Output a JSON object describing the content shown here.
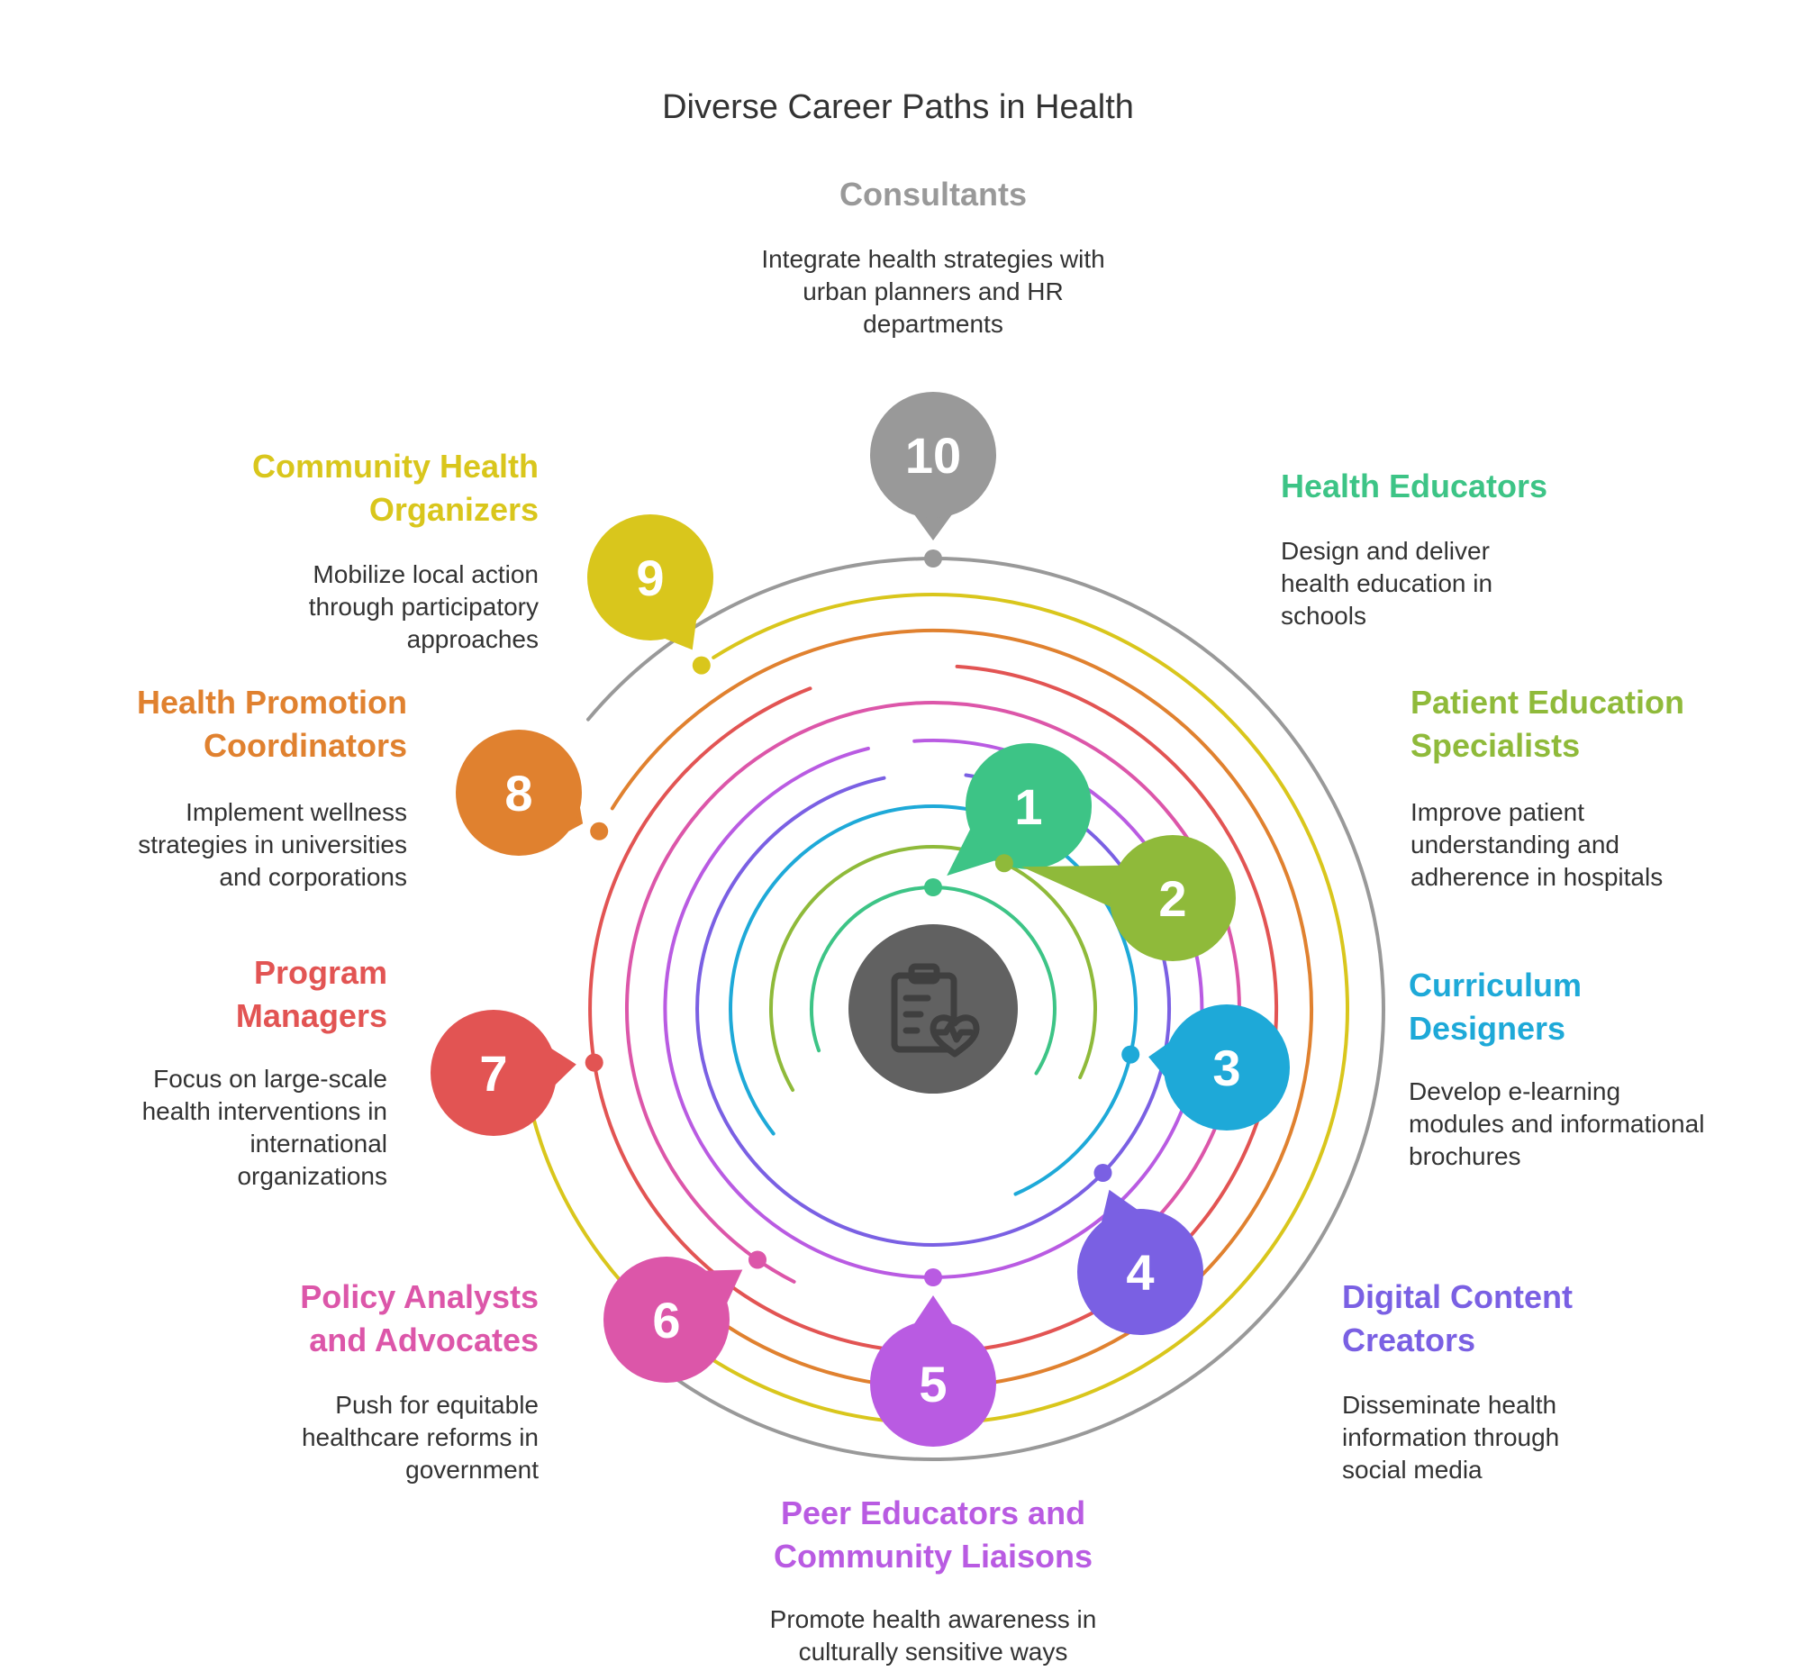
{
  "title": "Diverse Career Paths in Health",
  "center_icon": "clipboard-heart-icon",
  "items": [
    {
      "number": "1",
      "heading": "Health Educators",
      "description": "Design and deliver health education in schools",
      "color": "#3DC486"
    },
    {
      "number": "2",
      "heading": "Patient Education Specialists",
      "description": "Improve patient understanding and adherence in hospitals",
      "color": "#8FBA3A"
    },
    {
      "number": "3",
      "heading": "Curriculum Designers",
      "description": "Develop e-learning modules and informational brochures",
      "color": "#1EA9D8"
    },
    {
      "number": "4",
      "heading": "Digital Content Creators",
      "description": "Disseminate health information through social media",
      "color": "#7A60E3"
    },
    {
      "number": "5",
      "heading": "Peer Educators and Community Liaisons",
      "description": "Promote health awareness in culturally sensitive ways",
      "color": "#B95BE2"
    },
    {
      "number": "6",
      "heading": "Policy Analysts and Advocates",
      "description": "Push for equitable healthcare reforms in government",
      "color": "#DC56A9"
    },
    {
      "number": "7",
      "heading": "Program Managers",
      "description": "Focus on large-scale health interventions in international organizations",
      "color": "#E25453"
    },
    {
      "number": "8",
      "heading": "Health Promotion Coordinators",
      "description": "Implement wellness strategies in universities and corporations",
      "color": "#E0812F"
    },
    {
      "number": "9",
      "heading": "Community Health Organizers",
      "description": "Mobilize local action through participatory approaches",
      "color": "#D9C61C"
    },
    {
      "number": "10",
      "heading": "Consultants",
      "description": "Integrate health strategies with urban planners and HR departments",
      "color": "#999999"
    }
  ]
}
